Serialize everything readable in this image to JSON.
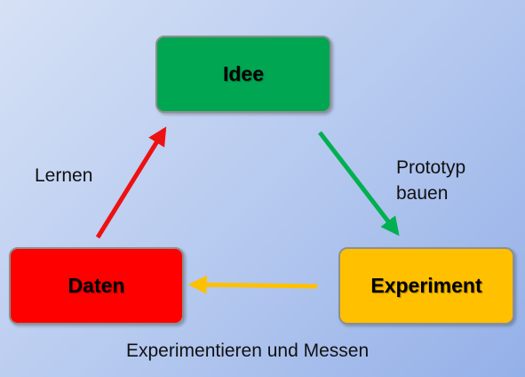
{
  "nodes": {
    "idee": {
      "label": "Idee",
      "color": "#00a651"
    },
    "daten": {
      "label": "Daten",
      "color": "#ff0000"
    },
    "experiment": {
      "label": "Experiment",
      "color": "#ffc000"
    }
  },
  "edges": {
    "idee_to_experiment": {
      "label_line1": "Prototyp",
      "label_line2": "bauen",
      "color": "#00b050"
    },
    "experiment_to_daten": {
      "label": "Experimentieren und Messen",
      "color": "#ffc000"
    },
    "daten_to_idee": {
      "label": "Lernen",
      "color": "#ee1111"
    }
  }
}
